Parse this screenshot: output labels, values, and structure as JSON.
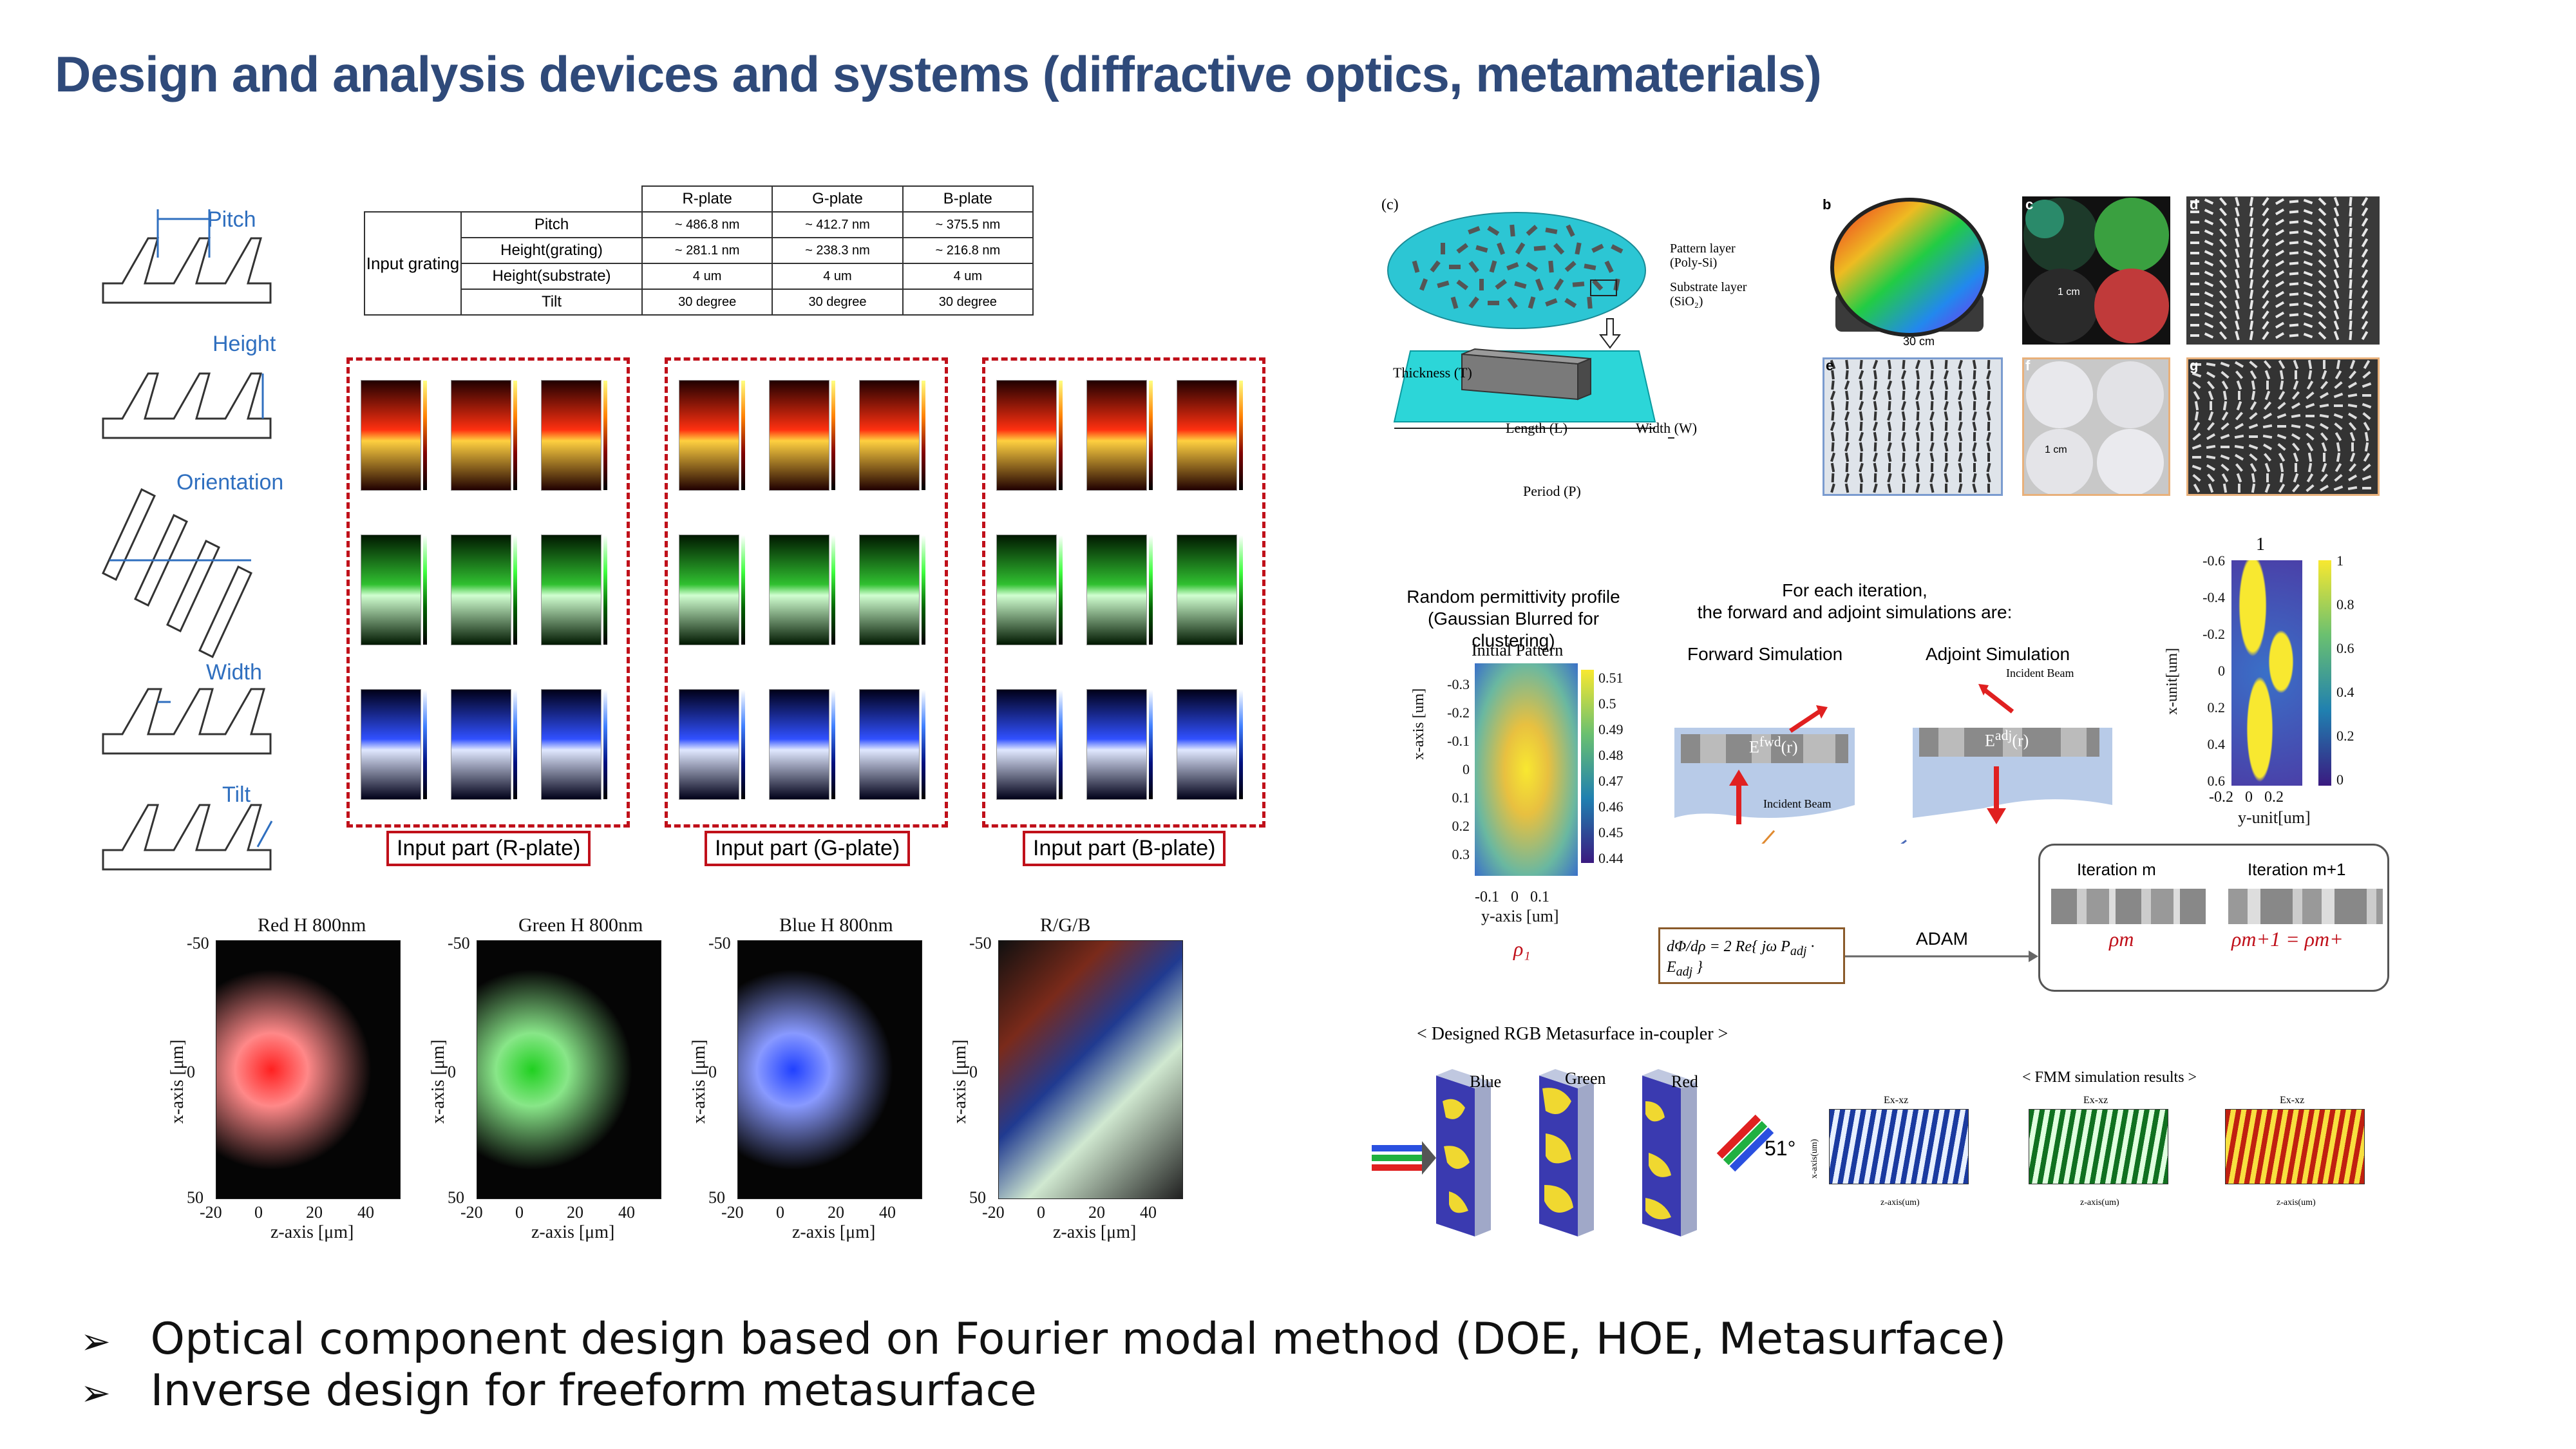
{
  "title": "Design and analysis devices and systems (diffractive optics, metamaterials)",
  "grating_labels": [
    "Pitch",
    "Height",
    "Orientation",
    "Width",
    "Tilt"
  ],
  "table": {
    "columns": [
      "R-plate",
      "G-plate",
      "B-plate"
    ],
    "group_label": "Input grating",
    "rows": [
      {
        "label": "Pitch",
        "values": [
          "~ 486.8 nm",
          "~ 412.7 nm",
          "~ 375.5 nm"
        ]
      },
      {
        "label": "Height(grating)",
        "values": [
          "~ 281.1 nm",
          "~ 238.3 nm",
          "~ 216.8 nm"
        ]
      },
      {
        "label": "Height(substrate)",
        "values": [
          "4 um",
          "4 um",
          "4 um"
        ]
      },
      {
        "label": "Tilt",
        "values": [
          "30 degree",
          "30 degree",
          "30 degree"
        ]
      }
    ]
  },
  "sim_panels": [
    {
      "caption": "Input part (R-plate)"
    },
    {
      "caption": "Input part (G-plate)"
    },
    {
      "caption": "Input part (B-plate)"
    }
  ],
  "field_plots": [
    {
      "title": "Red H 800nm",
      "color": "#ff2020"
    },
    {
      "title": "Green H 800nm",
      "color": "#20d020"
    },
    {
      "title": "Blue H 800nm",
      "color": "#2040ff"
    },
    {
      "title": "R/G/B",
      "color": "#ffffff"
    }
  ],
  "field_axes": {
    "ylabel": "x-axis [μm]",
    "xlabel": "z-axis [μm]",
    "yticks": [
      "-50",
      "0",
      "50"
    ],
    "xticks": [
      "-20",
      "0",
      "20",
      "40"
    ]
  },
  "metasurface": {
    "panel_label": "(c)",
    "pattern_layer": "Pattern layer (Poly-Si)",
    "substrate_layer": "Substrate layer (SiO₂)",
    "thickness": "Thickness (T)",
    "length": "Length (L)",
    "width": "Width (W)",
    "period": "Period (P)"
  },
  "photos": {
    "labels": [
      "b",
      "c",
      "d",
      "e",
      "f",
      "g"
    ],
    "scale_30cm": "30 cm",
    "scale_1cm_a": "1 cm",
    "scale_1cm_b": "1 cm"
  },
  "inverse": {
    "random_title_1": "Random permittivity profile",
    "random_title_2": "(Gaussian Blurred for clustering)",
    "initial_pattern": "Initial Pattern",
    "xaxis_label": "x-axis [um]",
    "yaxis_label": "y-axis [um]",
    "x_ticks": [
      "-0.3",
      "-0.2",
      "-0.1",
      "0",
      "0.1",
      "0.2",
      "0.3"
    ],
    "y_ticks": [
      "-0.1",
      "0",
      "0.1"
    ],
    "colorbar": [
      "0.51",
      "0.5",
      "0.49",
      "0.48",
      "0.47",
      "0.46",
      "0.45",
      "0.44"
    ],
    "rho1": "ρ₁",
    "iter_title_1": "For each iteration,",
    "iter_title_2": "the forward and adjoint simulations are:",
    "forward": "Forward Simulation",
    "adjoint": "Adjoint Simulation",
    "incident_beam": "Incident Beam",
    "efwd": "E",
    "efwd_sup": "fwd",
    "efwd_r": "(r)",
    "eadj": "E",
    "eadj_sup": "adj",
    "eadj_r": "(r)",
    "adam": "ADAM",
    "iteration_m": "Iteration m",
    "iteration_m1": "Iteration m+1",
    "rho_m": "ρm",
    "rho_m1": "ρm+1 = ρm+",
    "final_title": "1",
    "final_xlabel": "x-unit[um]",
    "final_ylabel": "y-unit[um]",
    "final_x_ticks": [
      "-0.6",
      "-0.4",
      "-0.2",
      "0",
      "0.2",
      "0.4",
      "0.6"
    ],
    "final_y_ticks": [
      "-0.2",
      "0",
      "0.2"
    ],
    "final_colorbar": [
      "1",
      "0.8",
      "0.6",
      "0.4",
      "0.2",
      "0"
    ]
  },
  "rgb_section": {
    "title": "< Designed RGB Metasurface in-coupler >",
    "blue": "Blue",
    "green": "Green",
    "red": "Red",
    "angle": "51°",
    "fmm_title": "< FMM simulation results >",
    "fmm_plot_title": "Ex-xz",
    "fmm_xlabel": "z-axis(um)",
    "fmm_ylabel": "x-axis(um)"
  },
  "bullets": [
    "Optical component design based on Fourier modal method (DOE, HOE, Metasurface)",
    "Inverse design for freeform metasurface"
  ]
}
